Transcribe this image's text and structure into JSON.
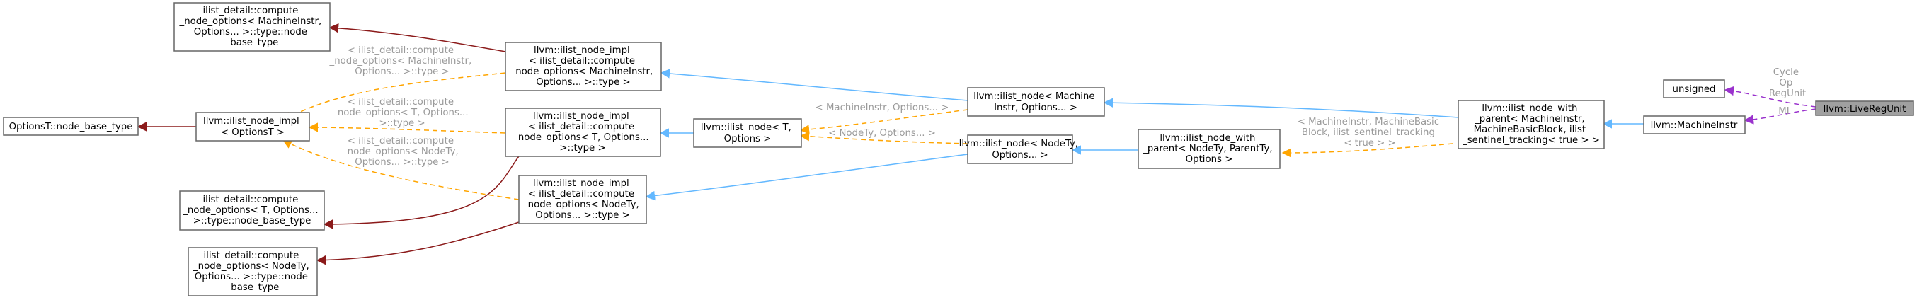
{
  "diagram": {
    "nodes": {
      "live_reg_unit": [
        "llvm::LiveRegUnit"
      ],
      "unsigned": [
        "unsigned"
      ],
      "machine_instr": [
        "llvm::MachineInstr"
      ],
      "ilist_node_with_parent_mi": [
        "llvm::ilist_node_with",
        "_parent< MachineInstr,",
        "MachineBasicBlock, ilist",
        "_sentinel_tracking< true > >"
      ],
      "ilist_node_machine": [
        "llvm::ilist_node< Machine",
        "Instr, Options... >"
      ],
      "ilist_node_with_parent_nodety": [
        "llvm::ilist_node_with",
        "_parent< NodeTy, ParentTy,",
        "Options >"
      ],
      "ilist_node_nodety": [
        "llvm::ilist_node< NodeTy,",
        "Options... >"
      ],
      "ilist_node_t": [
        "llvm::ilist_node< T,",
        "Options >"
      ],
      "ilist_node_impl_mi": [
        "llvm::ilist_node_impl",
        "< ilist_detail::compute",
        "_node_options< MachineInstr,",
        "Options... >::type >"
      ],
      "ilist_node_impl_t": [
        "llvm::ilist_node_impl",
        "< ilist_detail::compute",
        "_node_options< T, Options...",
        ">::type >"
      ],
      "ilist_node_impl_nodety": [
        "llvm::ilist_node_impl",
        "< ilist_detail::compute",
        "_node_options< NodeTy,",
        "Options... >::type >"
      ],
      "ilist_node_impl_optionst": [
        "llvm::ilist_node_impl",
        "< OptionsT >"
      ],
      "options_base_type": [
        "OptionsT::node_base_type"
      ],
      "compute_mi_base": [
        "ilist_detail::compute",
        "_node_options< MachineInstr,",
        "Options... >::type::node",
        "_base_type"
      ],
      "compute_t_base": [
        "ilist_detail::compute",
        "_node_options< T, Options...",
        ">::type::node_base_type"
      ],
      "compute_nodety_base": [
        "ilist_detail::compute",
        "_node_options< NodeTy,",
        "Options... >::type::node",
        "_base_type"
      ]
    },
    "edge_labels": {
      "cycle_op_regunit": [
        "Cycle",
        "Op",
        "RegUnit"
      ],
      "mi": [
        "MI"
      ],
      "mi_mbb_tracking": [
        "< MachineInstr, MachineBasic",
        "Block, ilist_sentinel_tracking",
        "< true > >"
      ],
      "mi_options": [
        "< MachineInstr, Options... >"
      ],
      "nodety_options": [
        "< NodeTy, Options... >"
      ],
      "impl_mi_options": [
        "< ilist_detail::compute",
        "_node_options< MachineInstr,",
        "Options... >::type >"
      ],
      "impl_t_options": [
        "< ilist_detail::compute",
        "_node_options< T, Options...",
        ">::type >"
      ],
      "impl_nodety_options": [
        "< ilist_detail::compute",
        "_node_options< NodeTy,",
        "Options... >::type >"
      ]
    },
    "colors": {
      "inheritance": "#63b8ff",
      "template_instance": "#ffa500",
      "base_type": "#8b1a1a",
      "member_usage": "#9a32cd",
      "highlight_fill": "#a0a0a0"
    }
  }
}
